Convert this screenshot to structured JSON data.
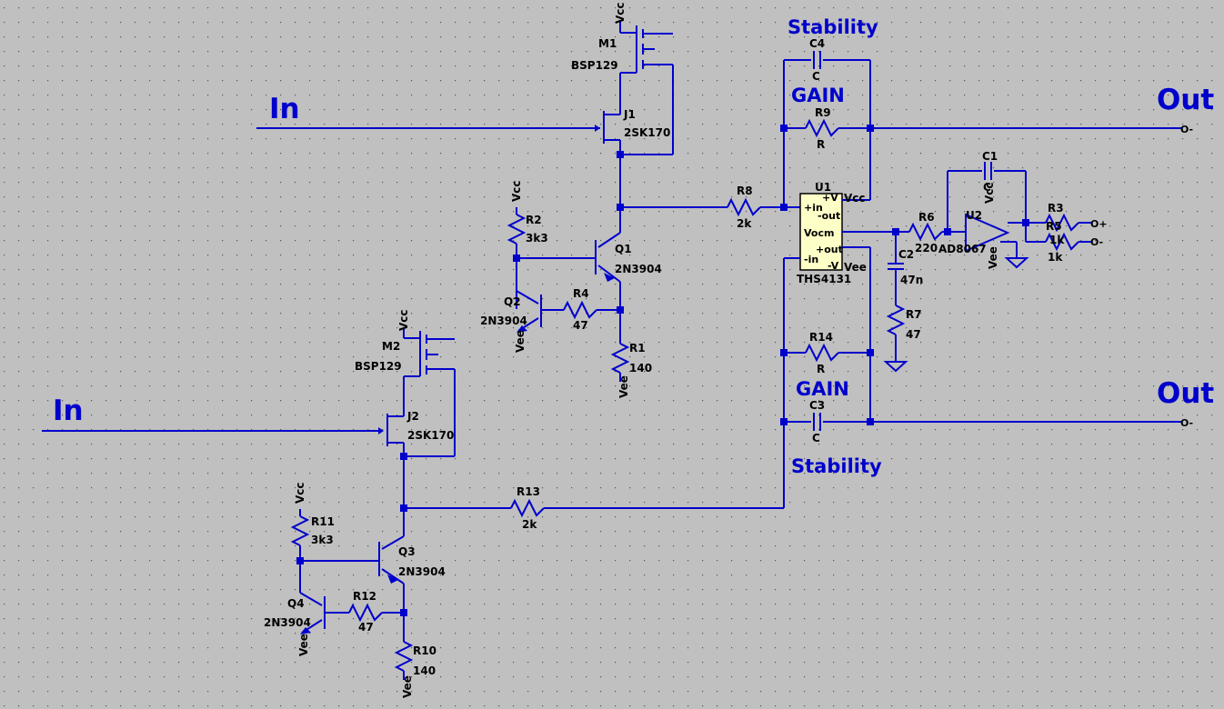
{
  "colors": {
    "background": "#c0c0c0",
    "wire": "#0000cc",
    "text": "#000000",
    "ic_fill": "#ffffc8"
  },
  "annotations": {
    "in_top": "In",
    "in_bottom": "In",
    "out_top": "Out",
    "out_bottom": "Out",
    "stability_top": "Stability",
    "stability_bottom": "Stability",
    "gain_top": "GAIN",
    "gain_bottom": "GAIN"
  },
  "components": {
    "m1": {
      "ref": "M1",
      "value": "BSP129",
      "supply": "Vcc"
    },
    "m2": {
      "ref": "M2",
      "value": "BSP129",
      "supply": "Vcc"
    },
    "j1": {
      "ref": "J1",
      "value": "2SK170"
    },
    "j2": {
      "ref": "J2",
      "value": "2SK170"
    },
    "q1": {
      "ref": "Q1",
      "value": "2N3904"
    },
    "q2": {
      "ref": "Q2",
      "value": "2N3904",
      "supply": "Vee"
    },
    "q3": {
      "ref": "Q3",
      "value": "2N3904"
    },
    "q4": {
      "ref": "Q4",
      "value": "2N3904",
      "supply": "Vee"
    },
    "r1": {
      "ref": "R1",
      "value": "140",
      "supply": "Vee"
    },
    "r2": {
      "ref": "R2",
      "value": "3k3",
      "supply": "Vcc"
    },
    "r4": {
      "ref": "R4",
      "value": "47"
    },
    "r8": {
      "ref": "R8",
      "value": "2k"
    },
    "r9": {
      "ref": "R9",
      "value": "R"
    },
    "r10": {
      "ref": "R10",
      "value": "140",
      "supply": "Vee"
    },
    "r11": {
      "ref": "R11",
      "value": "3k3",
      "supply": "Vcc"
    },
    "r12": {
      "ref": "R12",
      "value": "47"
    },
    "r13": {
      "ref": "R13",
      "value": "2k"
    },
    "r14": {
      "ref": "R14",
      "value": "R"
    },
    "r6": {
      "ref": "R6",
      "value": "220"
    },
    "r7": {
      "ref": "R7",
      "value": "47"
    },
    "r3": {
      "ref": "R3"
    },
    "r5": {
      "ref": "R5",
      "value": "1k",
      "value2": "1k"
    },
    "c1": {
      "ref": "C1",
      "value": "C"
    },
    "c2": {
      "ref": "C2",
      "value": "47n"
    },
    "c3": {
      "ref": "C3",
      "value": "C"
    },
    "c4": {
      "ref": "C4",
      "value": "C"
    },
    "u1": {
      "ref": "U1",
      "value": "THS4131",
      "pins": {
        "pin_inp": "+in",
        "pin_inn": "-in",
        "pin_outn": "-out",
        "pin_outp": "+out",
        "pin_vp": "+V",
        "pin_vn": "-V",
        "pin_vocm": "Vocm"
      },
      "supply_top": "Vcc",
      "supply_bottom": "Vee"
    },
    "u2": {
      "ref": "U2",
      "value": "AD8067",
      "supply_top": "Vcc",
      "supply_bottom": "Vee"
    }
  },
  "outputs": {
    "o_plus": "O+",
    "o_minus": "O-"
  }
}
